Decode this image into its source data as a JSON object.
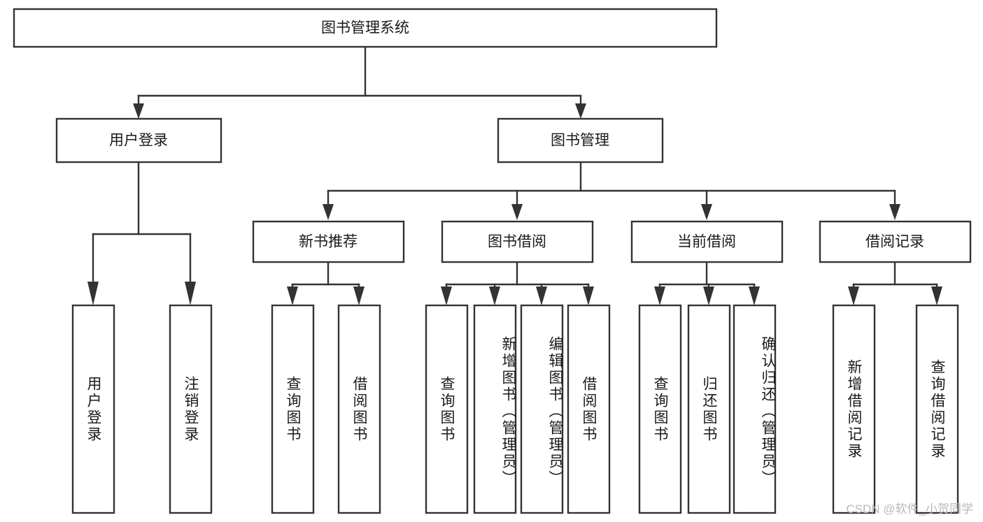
{
  "diagram": {
    "title_box": {
      "label": "图书管理系统"
    },
    "level2": [
      {
        "id": "user-login",
        "label": "用户登录"
      },
      {
        "id": "book-management",
        "label": "图书管理"
      }
    ],
    "level3": [
      {
        "id": "new-book-recommend",
        "label": "新书推荐",
        "parent": "book-management"
      },
      {
        "id": "book-borrow",
        "label": "图书借阅",
        "parent": "book-management"
      },
      {
        "id": "current-borrow",
        "label": "当前借阅",
        "parent": "book-management"
      },
      {
        "id": "borrow-record",
        "label": "借阅记录",
        "parent": "book-management"
      }
    ],
    "leaves": [
      {
        "id": "leaf-user-login",
        "label": "用户登录",
        "parent": "user-login"
      },
      {
        "id": "leaf-logout",
        "label": "注销登录",
        "parent": "user-login"
      },
      {
        "id": "leaf-query-book-1",
        "label": "查询图书",
        "parent": "new-book-recommend"
      },
      {
        "id": "leaf-borrow-book-1",
        "label": "借阅图书",
        "parent": "new-book-recommend"
      },
      {
        "id": "leaf-query-book-2",
        "label": "查询图书",
        "parent": "book-borrow"
      },
      {
        "id": "leaf-add-book",
        "label": "新增图书（管理员）",
        "parent": "book-borrow"
      },
      {
        "id": "leaf-edit-book",
        "label": "编辑图书（管理员）",
        "parent": "book-borrow"
      },
      {
        "id": "leaf-borrow-book-2",
        "label": "借阅图书",
        "parent": "book-borrow"
      },
      {
        "id": "leaf-query-book-3",
        "label": "查询图书",
        "parent": "current-borrow"
      },
      {
        "id": "leaf-return-book",
        "label": "归还图书",
        "parent": "current-borrow"
      },
      {
        "id": "leaf-confirm-return",
        "label": "确认归还（管理员）",
        "parent": "current-borrow"
      },
      {
        "id": "leaf-add-record",
        "label": "新增借阅记录",
        "parent": "borrow-record"
      },
      {
        "id": "leaf-query-record",
        "label": "查询借阅记录",
        "parent": "borrow-record"
      }
    ],
    "colors": {
      "stroke": "#333333",
      "fill": "#ffffff",
      "text": "#1a1a1a",
      "watermark": "#b9b9b9"
    }
  },
  "watermark": {
    "text": "CSDN @软件_小贺同学"
  }
}
